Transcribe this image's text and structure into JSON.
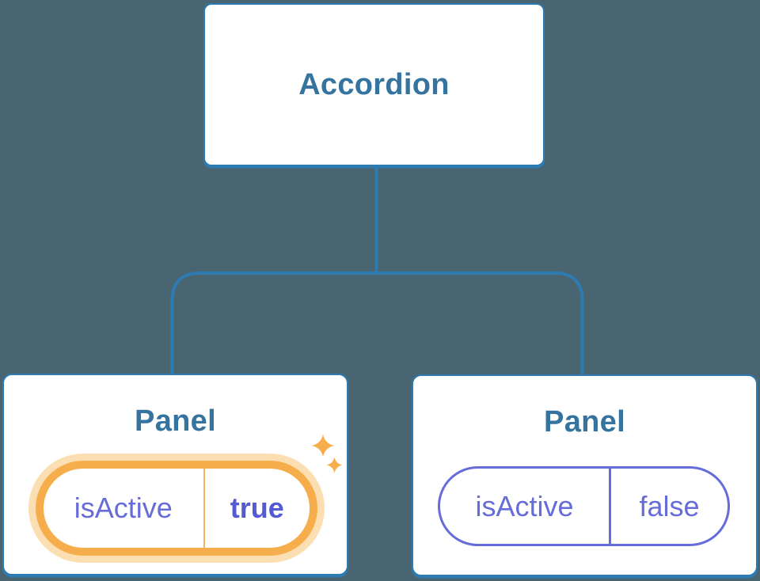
{
  "colors": {
    "background": "#4A6572",
    "connector_blue": "#2D7BB1",
    "title_blue": "#35749E",
    "state_purple": "#666CD8",
    "state_purple_bold": "#5459D4",
    "highlight_orange": "#F6AE4D",
    "highlight_glow": "#FBDFB2",
    "node_fill": "#FFFFFF"
  },
  "icons": {
    "sparkle_large": "sparkle-icon",
    "sparkle_small": "sparkle-icon"
  },
  "tree": {
    "root": {
      "label": "Accordion"
    },
    "children": [
      {
        "title": "Panel",
        "state": {
          "name": "isActive",
          "value": "true"
        },
        "highlighted": true
      },
      {
        "title": "Panel",
        "state": {
          "name": "isActive",
          "value": "false"
        },
        "highlighted": false
      }
    ]
  }
}
